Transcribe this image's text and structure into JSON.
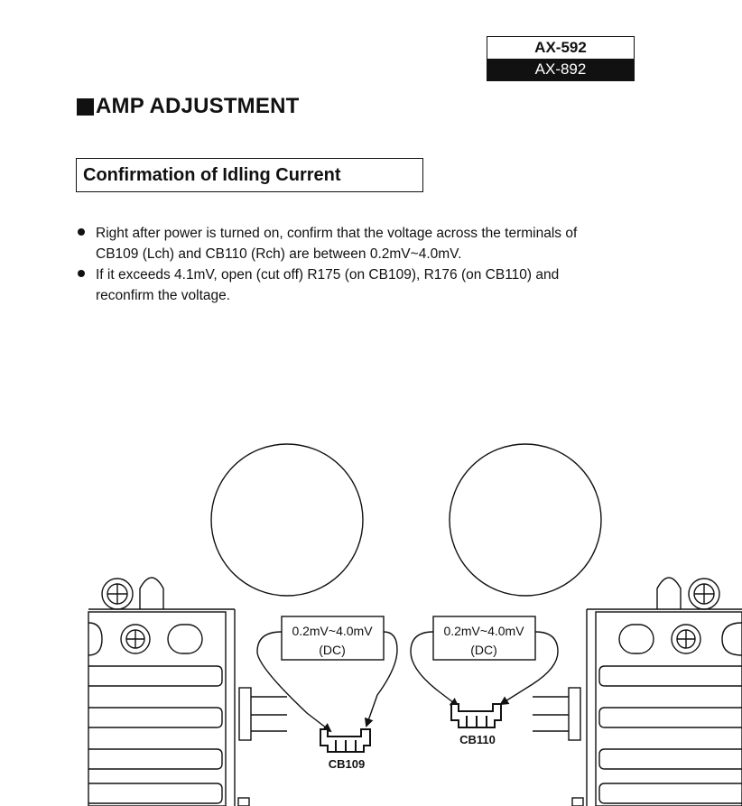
{
  "models": {
    "primary": "AX-592",
    "secondary": "AX-892"
  },
  "section_title": "AMP ADJUSTMENT",
  "subsection_title": "Confirmation of Idling Current",
  "bullets": [
    "Right after power is turned on, confirm that the voltage across the terminals of CB109 (Lch) and CB110 (Rch) are between 0.2mV~4.0mV.",
    "If it exceeds 4.1mV, open (cut off) R175 (on CB109), R176 (on CB110) and reconfirm the voltage."
  ],
  "diagram": {
    "left": {
      "voltage": "0.2mV~4.0mV",
      "mode": "(DC)",
      "connector": "CB109"
    },
    "right": {
      "voltage": "0.2mV~4.0mV",
      "mode": "(DC)",
      "connector": "CB110"
    }
  }
}
